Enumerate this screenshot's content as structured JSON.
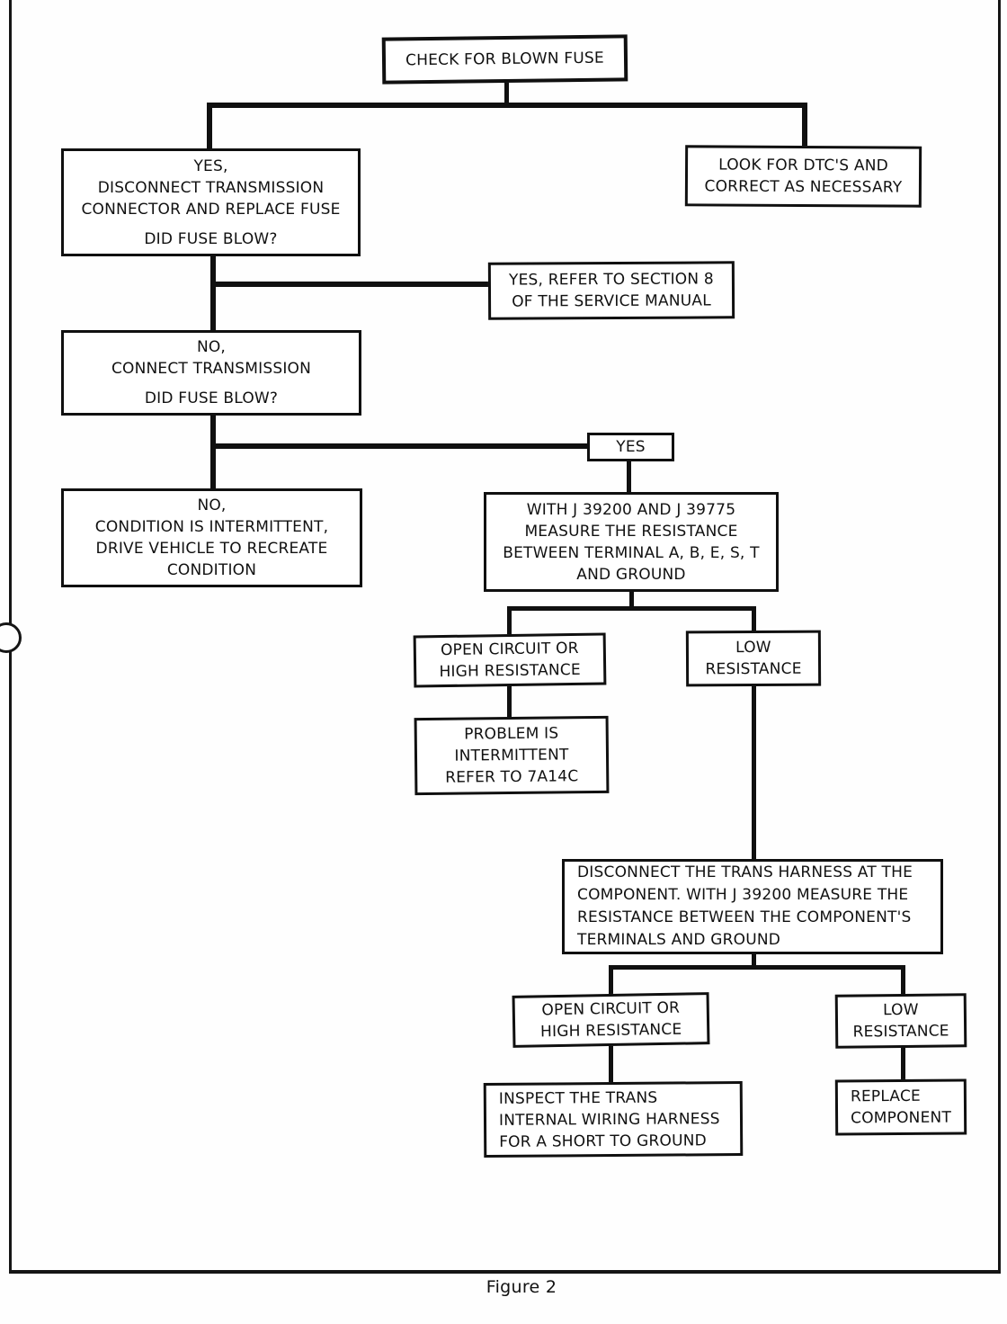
{
  "page": {
    "caption": "Figure 2"
  },
  "nodes": {
    "check_fuse": {
      "lines": [
        "CHECK FOR BLOWN FUSE"
      ]
    },
    "yes_disconnect": {
      "lines": [
        "YES,",
        "DISCONNECT TRANSMISSION",
        "CONNECTOR AND REPLACE FUSE",
        "DID FUSE BLOW?"
      ]
    },
    "look_dtc": {
      "lines": [
        "LOOK FOR DTC'S AND",
        "CORRECT AS NECESSARY"
      ]
    },
    "refer_section8": {
      "lines": [
        "YES, REFER TO SECTION 8",
        "OF THE SERVICE MANUAL"
      ]
    },
    "no_connect": {
      "lines": [
        "NO,",
        "CONNECT TRANSMISSION",
        "DID FUSE BLOW?"
      ]
    },
    "yes_small": {
      "lines": [
        "YES"
      ]
    },
    "no_intermittent": {
      "lines": [
        "NO,",
        "CONDITION IS INTERMITTENT,",
        "DRIVE VEHICLE TO RECREATE",
        "CONDITION"
      ]
    },
    "measure_resistance": {
      "lines": [
        "WITH J 39200 AND J 39775",
        "MEASURE THE RESISTANCE",
        "BETWEEN TERMINAL A, B, E, S, T",
        "AND GROUND"
      ]
    },
    "open_circuit_1": {
      "lines": [
        "OPEN CIRCUIT OR",
        "HIGH RESISTANCE"
      ]
    },
    "low_resistance_1": {
      "lines": [
        "LOW",
        "RESISTANCE"
      ]
    },
    "problem_intermittent": {
      "lines": [
        "PROBLEM IS",
        "INTERMITTENT",
        "REFER TO 7A14C"
      ]
    },
    "disconnect_harness": {
      "lines": [
        "DISCONNECT THE TRANS HARNESS AT THE",
        "COMPONENT. WITH J 39200 MEASURE THE",
        "RESISTANCE BETWEEN THE COMPONENT'S",
        "TERMINALS AND GROUND"
      ]
    },
    "open_circuit_2": {
      "lines": [
        "OPEN CIRCUIT OR",
        "HIGH RESISTANCE"
      ]
    },
    "low_resistance_2": {
      "lines": [
        "LOW",
        "RESISTANCE"
      ]
    },
    "inspect_trans": {
      "lines": [
        "INSPECT THE TRANS",
        "INTERNAL WIRING HARNESS",
        "FOR A SHORT TO GROUND"
      ]
    },
    "replace_component": {
      "lines": [
        "REPLACE",
        "COMPONENT"
      ]
    }
  },
  "colors": {
    "ink": "#101010",
    "paper": "#fefefe"
  }
}
